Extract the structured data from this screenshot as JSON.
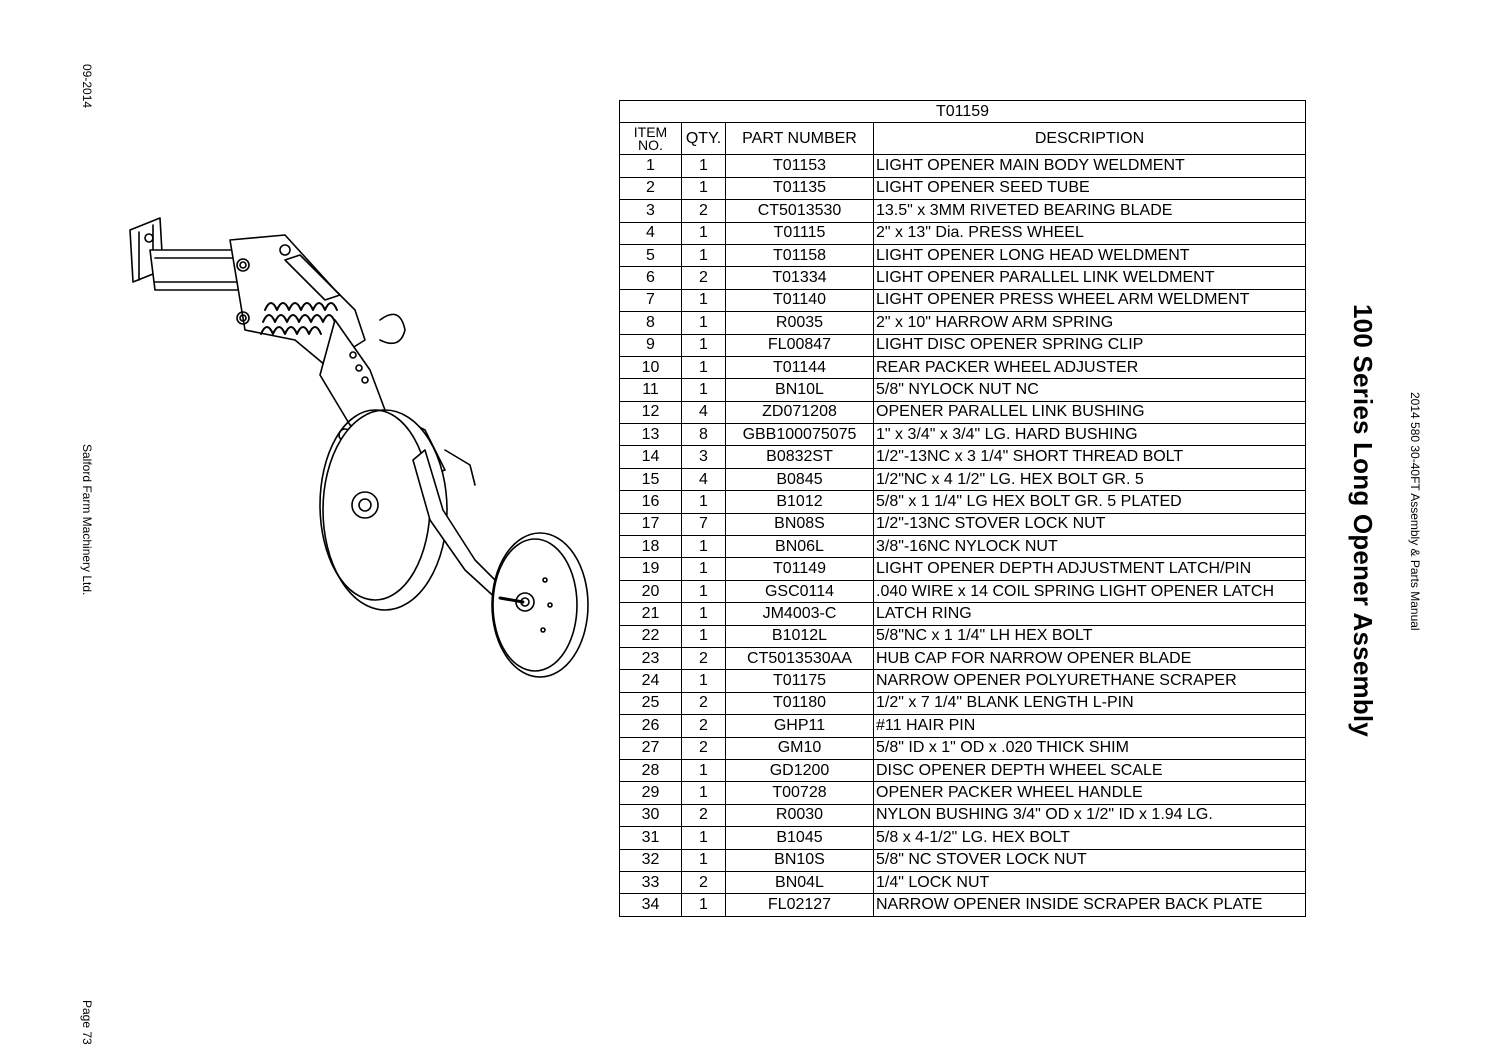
{
  "page": {
    "date": "09-2014",
    "company": "Salford Farm Machinery Ltd.",
    "page_number": "Page 73",
    "manual_title": "2014 580 30-40FT Assembly & Parts Manual",
    "assembly_title": "100 Series Long Opener Assembly"
  },
  "table": {
    "assembly_number": "T01159",
    "headers": {
      "item": "ITEM NO.",
      "qty": "QTY.",
      "part": "PART NUMBER",
      "desc": "DESCRIPTION"
    },
    "rows": [
      [
        "1",
        "1",
        "T01153",
        "LIGHT OPENER MAIN BODY WELDMENT"
      ],
      [
        "2",
        "1",
        "T01135",
        "LIGHT OPENER SEED TUBE"
      ],
      [
        "3",
        "2",
        "CT5013530",
        "13.5\" x 3MM RIVETED BEARING BLADE"
      ],
      [
        "4",
        "1",
        "T01115",
        "2\" x 13\" Dia. PRESS WHEEL"
      ],
      [
        "5",
        "1",
        "T01158",
        " LIGHT OPENER LONG HEAD WELDMENT"
      ],
      [
        "6",
        "2",
        "T01334",
        "LIGHT OPENER PARALLEL LINK WELDMENT"
      ],
      [
        "7",
        "1",
        "T01140",
        " LIGHT OPENER PRESS WHEEL ARM WELDMENT"
      ],
      [
        "8",
        "1",
        "R0035",
        "2\" x 10\" HARROW ARM SPRING"
      ],
      [
        "9",
        "1",
        "FL00847",
        "LIGHT DISC OPENER SPRING CLIP"
      ],
      [
        "10",
        "1",
        "T01144",
        "REAR PACKER WHEEL ADJUSTER"
      ],
      [
        "11",
        "1",
        "BN10L",
        "5/8\" NYLOCK NUT NC"
      ],
      [
        "12",
        "4",
        "ZD071208",
        "OPENER PARALLEL LINK BUSHING"
      ],
      [
        "13",
        "8",
        "GBB100075075",
        "1\" x 3/4\" x 3/4\" LG. HARD BUSHING"
      ],
      [
        "14",
        "3",
        "B0832ST",
        "1/2\"-13NC x 3 1/4\"  SHORT THREAD BOLT"
      ],
      [
        "15",
        "4",
        "B0845",
        "1/2\"NC x 4 1/2\" LG. HEX BOLT GR. 5"
      ],
      [
        "16",
        "1",
        "B1012",
        "5/8\" x 1 1/4\" LG HEX BOLT GR. 5 PLATED"
      ],
      [
        "17",
        "7",
        "BN08S",
        "1/2\"-13NC STOVER LOCK NUT"
      ],
      [
        "18",
        "1",
        "BN06L",
        "3/8\"-16NC NYLOCK NUT"
      ],
      [
        "19",
        "1",
        "T01149",
        "LIGHT OPENER DEPTH ADJUSTMENT LATCH/PIN"
      ],
      [
        "20",
        "1",
        "GSC0114",
        ".040 WIRE x 14 COIL SPRING  LIGHT OPENER LATCH"
      ],
      [
        "21",
        "1",
        "JM4003-C",
        "LATCH RING"
      ],
      [
        "22",
        "1",
        "B1012L",
        "5/8\"NC x 1 1/4\" LH HEX BOLT"
      ],
      [
        "23",
        "2",
        "CT5013530AA",
        "HUB CAP FOR NARROW OPENER BLADE"
      ],
      [
        "24",
        "1",
        "T01175",
        "NARROW OPENER POLYURETHANE SCRAPER"
      ],
      [
        "25",
        "2",
        "T01180",
        "1/2\" x 7 1/4\" BLANK LENGTH L-PIN"
      ],
      [
        "26",
        "2",
        "GHP11",
        "#11 HAIR PIN"
      ],
      [
        "27",
        "2",
        "GM10",
        "5/8\" ID x 1\" OD x .020 THICK SHIM"
      ],
      [
        "28",
        "1",
        "GD1200",
        "DISC OPENER DEPTH WHEEL SCALE"
      ],
      [
        "29",
        "1",
        "T00728",
        "OPENER PACKER WHEEL HANDLE"
      ],
      [
        "30",
        "2",
        "R0030",
        "NYLON BUSHING 3/4\" OD x 1/2\" ID x 1.94 LG."
      ],
      [
        "31",
        "1",
        "B1045",
        "5/8 x 4-1/2\" LG. HEX BOLT"
      ],
      [
        "32",
        "1",
        "BN10S",
        "5/8\" NC STOVER LOCK NUT"
      ],
      [
        "33",
        "2",
        "BN04L",
        "1/4\" LOCK NUT"
      ],
      [
        "34",
        "1",
        "FL02127",
        "NARROW OPENER INSIDE SCRAPER BACK PLATE"
      ]
    ]
  }
}
